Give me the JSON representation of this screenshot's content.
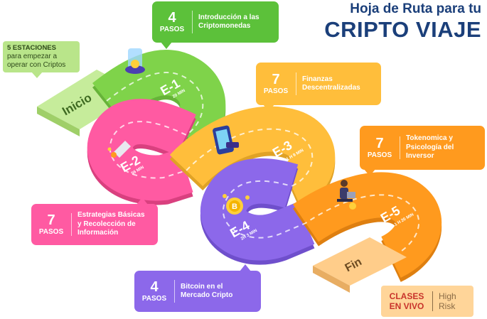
{
  "header": {
    "line1": "Hoja de Ruta para tu",
    "line2": "CRIPTO VIAJE"
  },
  "intro": {
    "heading": "5 ESTACIONES",
    "line1": "para empezar a",
    "line2": "operar con Criptos"
  },
  "road": {
    "start_label": "Inicio",
    "end_label": "Fin",
    "stations": [
      {
        "code": "E-1",
        "time": "20 MIN"
      },
      {
        "code": "E-2",
        "time": "56 MIN"
      },
      {
        "code": "E-3",
        "time": "1 H 9 MIN"
      },
      {
        "code": "E-4",
        "time": "2H 3 MIN"
      },
      {
        "code": "E-5",
        "time": "1 H 20 MIN"
      }
    ]
  },
  "callouts": [
    {
      "number": "4",
      "unit": "PASOS",
      "line1": "Introducción a las",
      "line2": "Criptomonedas",
      "line3": ""
    },
    {
      "number": "7",
      "unit": "PASOS",
      "line1": "Finanzas",
      "line2": "Descentralizadas",
      "line3": ""
    },
    {
      "number": "7",
      "unit": "PASOS",
      "line1": "Tokenomica y",
      "line2": "Psicología del",
      "line3": "Inversor"
    },
    {
      "number": "7",
      "unit": "PASOS",
      "line1": "Estrategias Básicas",
      "line2": "y Recolección de",
      "line3": "Información"
    },
    {
      "number": "4",
      "unit": "PASOS",
      "line1": "Bitcoin en el",
      "line2": "Mercado Cripto",
      "line3": ""
    }
  ],
  "badge": {
    "left1": "CLASES",
    "left2": "EN VIVO",
    "right1": "High",
    "right2": "Risk"
  },
  "colors": {
    "green": "#7fd34a",
    "pink": "#ff5aa2",
    "yellow": "#ffbe3b",
    "purple": "#8c68ea",
    "orange": "#ff9a1e",
    "title": "#1b3f7a"
  },
  "icons": [
    "token-stack-icon",
    "rocket-icon",
    "phone-icon",
    "bitcoin-coin-icon",
    "person-laptop-icon"
  ]
}
